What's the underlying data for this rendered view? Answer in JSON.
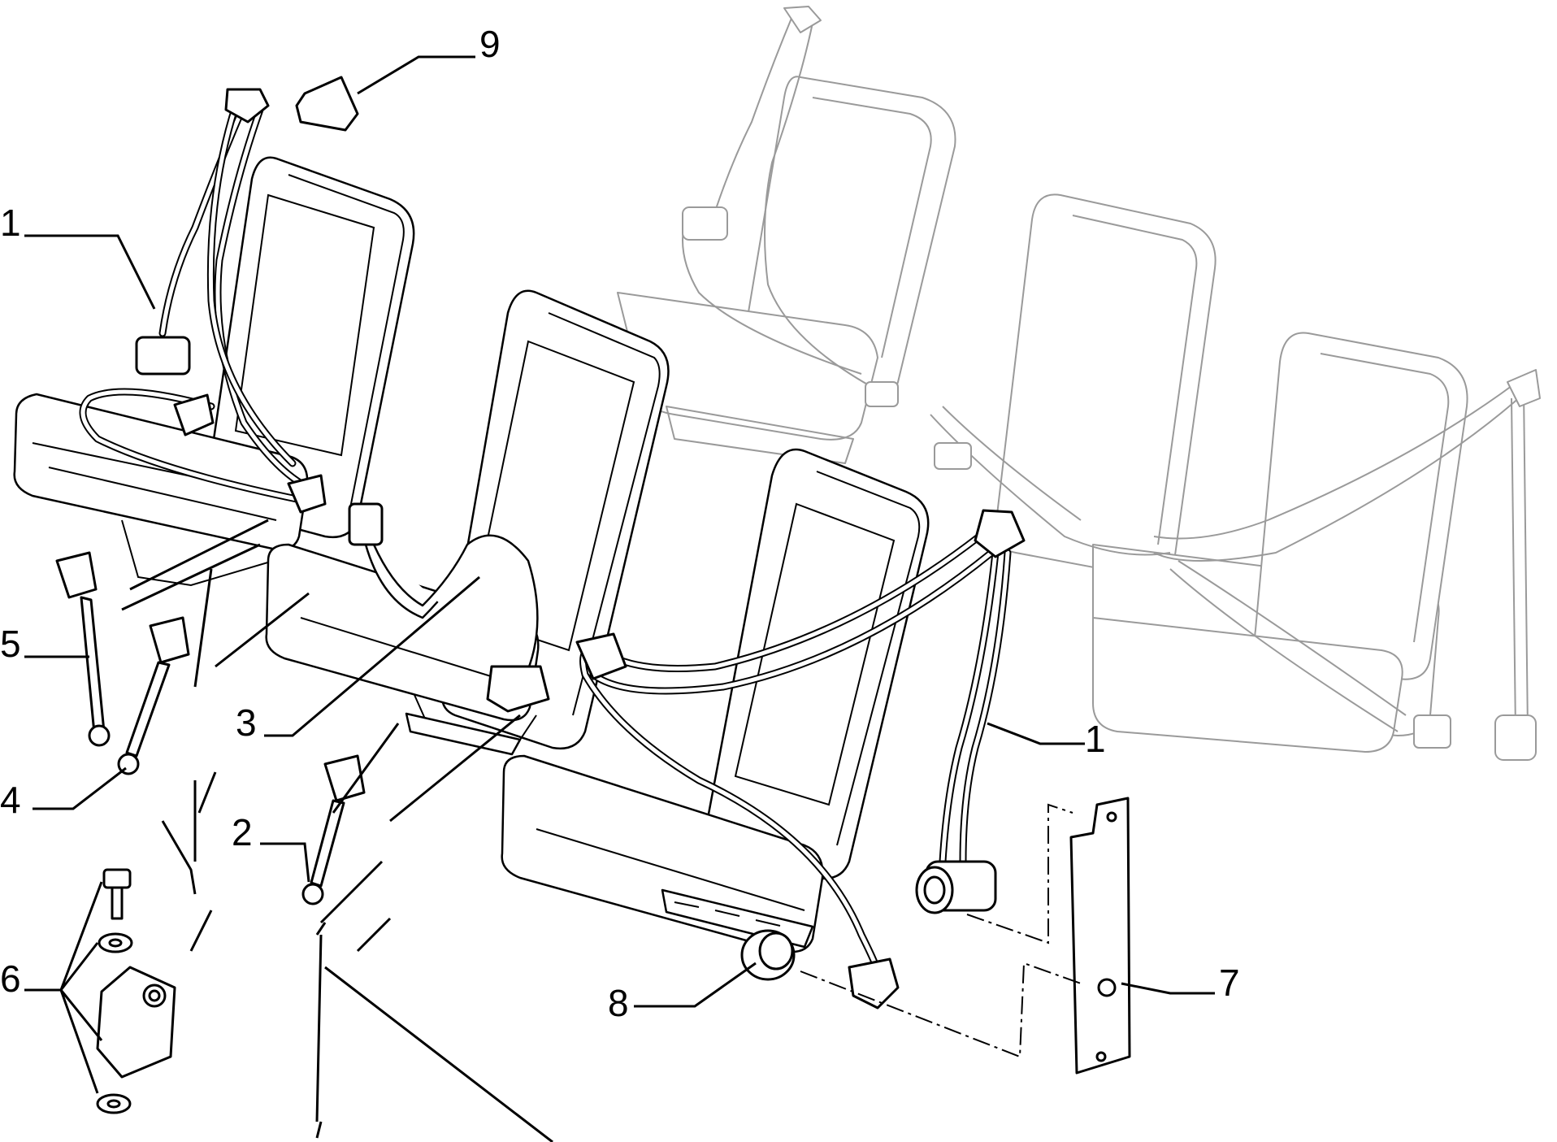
{
  "callouts": {
    "c1_top": "1",
    "c1_right": "1",
    "c2": "2",
    "c3": "3",
    "c4": "4",
    "c5": "5",
    "c6": "6",
    "c7": "7",
    "c8": "8",
    "c9": "9"
  },
  "icons": {
    "seat": "seat-outline",
    "belt": "three-point-seat-belt",
    "retractor": "retractor-reel",
    "buckle": "buckle-stalk",
    "bolt": "bolt-washer-bracket"
  },
  "colors": {
    "line": "#000000",
    "ghost": "#9a9a9a",
    "background": "#ffffff"
  }
}
